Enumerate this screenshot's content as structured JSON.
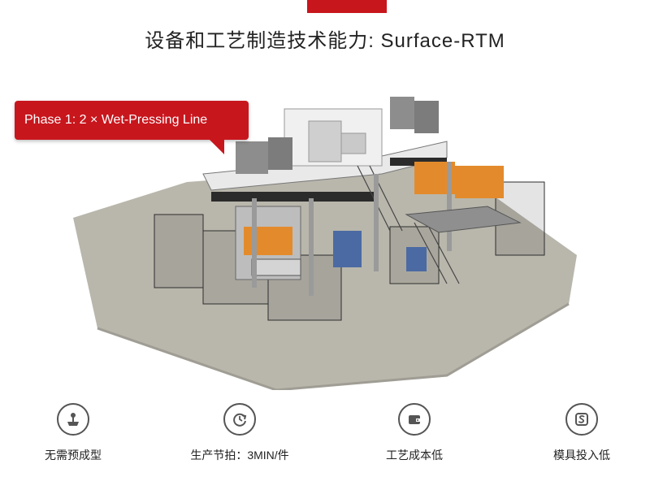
{
  "title": "设备和工艺制造技术能力: Surface-RTM",
  "callout": {
    "text": "Phase 1:   2 × Wet-Pressing Line"
  },
  "features": [
    {
      "label": "无需预成型",
      "icon": "joystick-icon"
    },
    {
      "label": "生产节拍：3MIN/件",
      "icon": "cycle-icon"
    },
    {
      "label": "工艺成本低",
      "icon": "wallet-icon"
    },
    {
      "label": "模具投入低",
      "icon": "s-badge-icon"
    }
  ],
  "colors": {
    "accent": "#c8161d",
    "icon": "#555555"
  }
}
